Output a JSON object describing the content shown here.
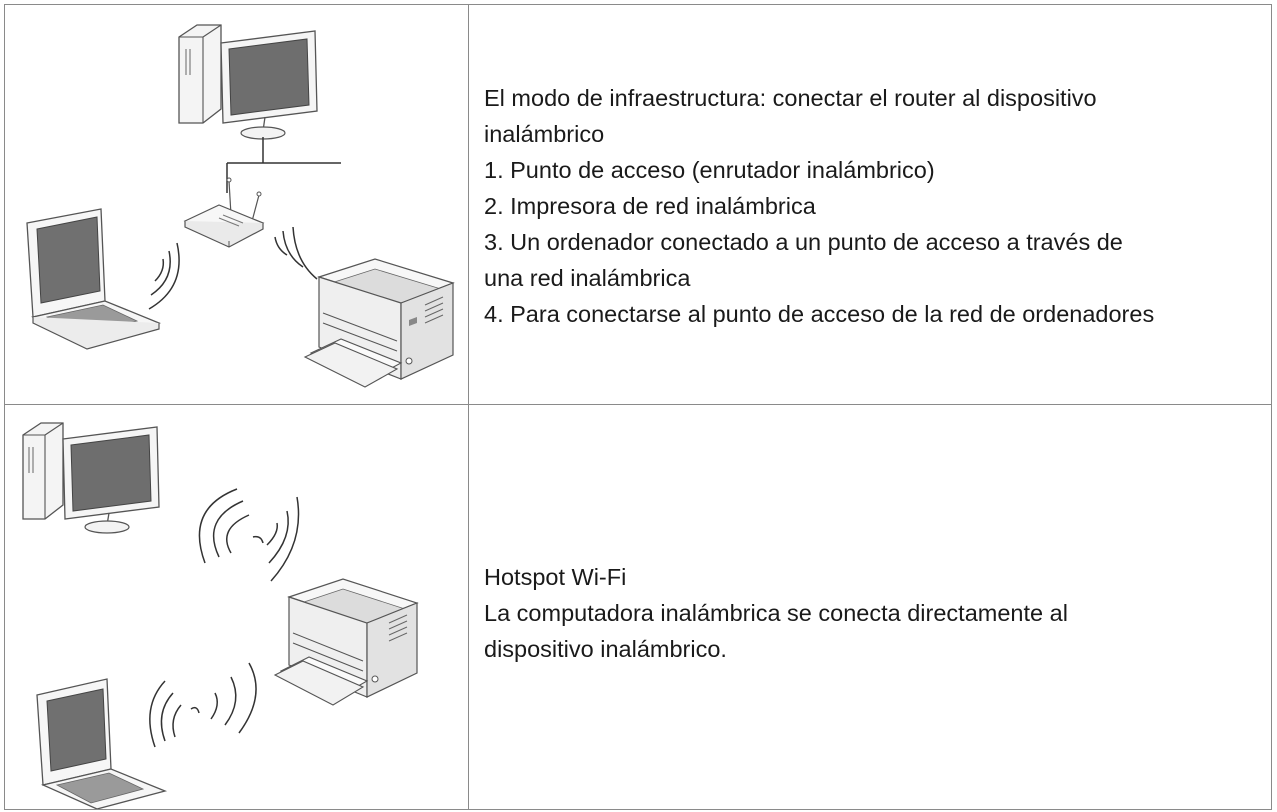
{
  "rows": [
    {
      "figure": {
        "description_icon": "infrastructure-mode-diagram-icon",
        "components": [
          "desktop-computer-icon",
          "wireless-router-icon",
          "laptop-icon",
          "printer-icon",
          "wireless-signal-icon"
        ]
      },
      "lines": [
        "El modo de infraestructura: conectar el router al dispositivo",
        "inalámbrico",
        "1. Punto de acceso (enrutador inalámbrico)",
        "2. Impresora de red inalámbrica",
        "3. Un ordenador conectado a un punto de acceso a través de",
        "una red inalámbrica",
        "4. Para conectarse al punto de acceso de la red de ordenadores"
      ]
    },
    {
      "figure": {
        "description_icon": "wifi-direct-diagram-icon",
        "components": [
          "desktop-computer-icon",
          "laptop-icon",
          "printer-icon",
          "wireless-signal-icon"
        ]
      },
      "lines": [
        "Hotspot Wi-Fi",
        "La computadora inalámbrica se conecta directamente al",
        "dispositivo inalámbrico."
      ]
    }
  ]
}
